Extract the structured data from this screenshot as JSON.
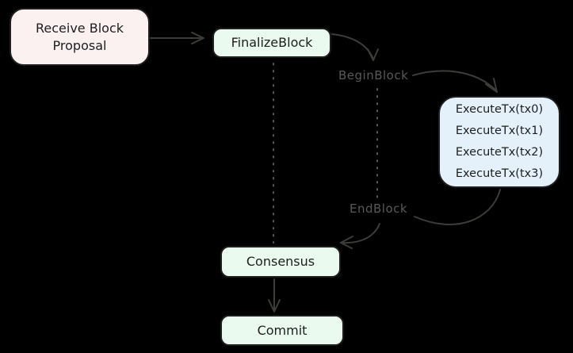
{
  "diagram": {
    "nodes": {
      "receive": {
        "line1": "Receive Block",
        "line2": "Proposal"
      },
      "finalize": {
        "label": "FinalizeBlock"
      },
      "execute": {
        "lines": [
          "ExecuteTx(tx0)",
          "ExecuteTx(tx1)",
          "ExecuteTx(tx2)",
          "ExecuteTx(tx3)"
        ]
      },
      "consensus": {
        "label": "Consensus"
      },
      "commit": {
        "label": "Commit"
      }
    },
    "labels": {
      "begin_block": "BeginBlock",
      "end_block": "EndBlock"
    }
  },
  "colors": {
    "background": "#000000",
    "node_stroke": "#1e1e1e",
    "node_text": "#1e1e1e",
    "pink_fill": "#fbf1f1",
    "green_fill": "#ebfaee",
    "blue_fill": "#e4f1fb",
    "arrow": "#3a3d38",
    "muted_label": "#585858"
  }
}
